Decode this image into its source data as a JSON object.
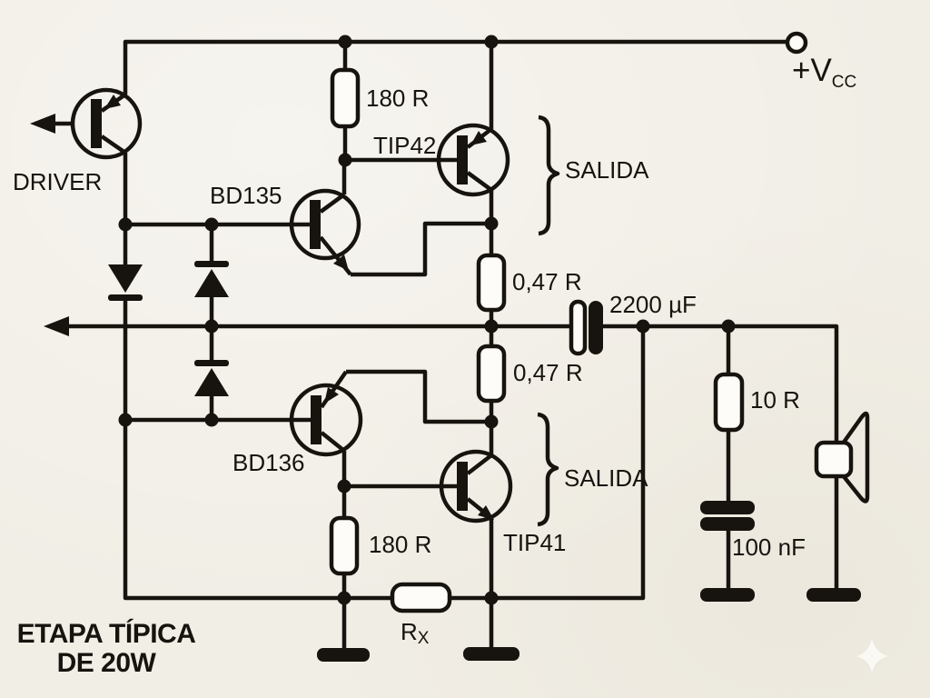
{
  "colors": {
    "background": "#f1eee6",
    "ink": "#17130e",
    "component_fill": "#fdfcf8",
    "sparkle": "#fdfcf7"
  },
  "title": {
    "line1": "ETAPA TÍPICA",
    "line2": "DE 20W"
  },
  "power": {
    "vcc_main": "+V",
    "vcc_sub": "CC"
  },
  "transistors": {
    "driver_label": "DRIVER",
    "bd135": "BD135",
    "tip42": "TIP42",
    "bd136": "BD136",
    "tip41": "TIP41"
  },
  "resistors": {
    "r180_top": "180 R",
    "r180_bottom": "180 R",
    "r047_top": "0,47 R",
    "r047_bottom": "0,47 R",
    "r10": "10 R",
    "rx_main": "R",
    "rx_sub": "X"
  },
  "capacitors": {
    "c2200": "2200 µF",
    "c100": "100 nF"
  },
  "outputs": {
    "salida_top": "SALIDA",
    "salida_bottom": "SALIDA"
  }
}
